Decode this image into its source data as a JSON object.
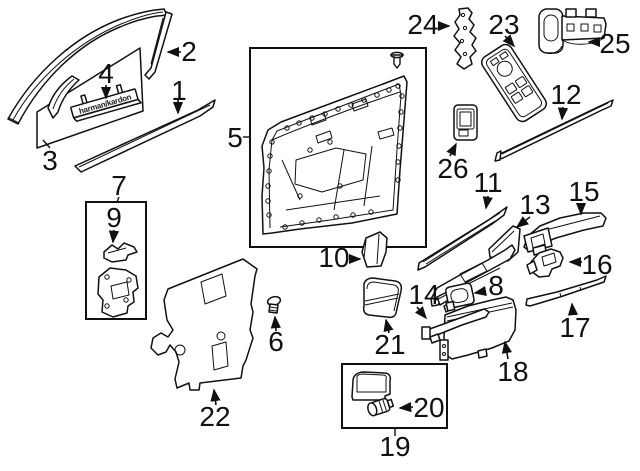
{
  "diagram": {
    "type": "exploded-parts-diagram",
    "subject": "vehicle front door interior trim components",
    "background_color": "#ffffff",
    "line_color": "#111111",
    "emblem_text": "harman/kardon",
    "callouts": {
      "1": "1",
      "2": "2",
      "3": "3",
      "4": "4",
      "5": "5",
      "6": "6",
      "7": "7",
      "8": "8",
      "9": "9",
      "10": "10",
      "11": "11",
      "12": "12",
      "13": "13",
      "14": "14",
      "15": "15",
      "16": "16",
      "17": "17",
      "18": "18",
      "19": "19",
      "20": "20",
      "21": "21",
      "22": "22",
      "23": "23",
      "24": "24",
      "25": "25",
      "26": "26"
    }
  }
}
